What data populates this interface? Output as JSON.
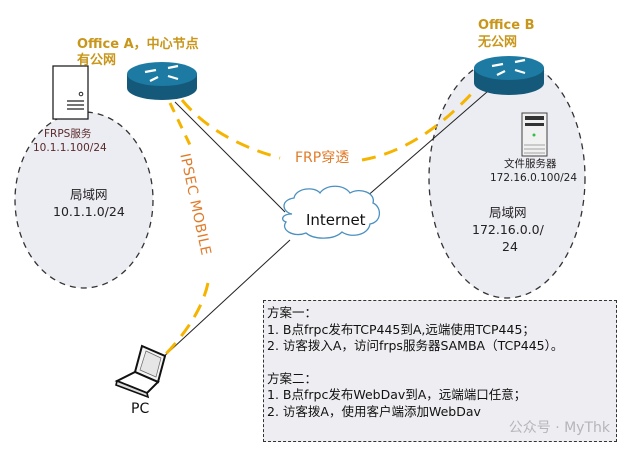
{
  "office_a": {
    "title_line1": "Office A，中心节点",
    "title_line2": "有公网",
    "server_name": "FRPS服务",
    "server_ip": "10.1.1.100/24",
    "lan_label": "局域网",
    "lan_subnet": "10.1.1.0/24"
  },
  "office_b": {
    "title_line1": "Office B",
    "title_line2": "无公网",
    "server_name": "文件服务器",
    "server_ip": "172.16.0.100/24",
    "lan_label": "局域网",
    "lan_subnet_line1": "172.16.0.0/",
    "lan_subnet_line2": "24"
  },
  "internet": {
    "label": "Internet"
  },
  "pc": {
    "label": "PC"
  },
  "links": {
    "frp_label": "FRP穿透",
    "ipsec_label": "IPSEC MOBILE"
  },
  "notes": {
    "plan1_title": "方案一：",
    "plan1_step1": "1. B点frpc发布TCP445到A,远端使用TCP445；",
    "plan1_step2": "2. 访客拨入A，访问frps服务器SAMBA（TCP445）。",
    "plan2_title": "方案二：",
    "plan2_step1": "1. B点frpc发布WebDav到A，远端端口任意；",
    "plan2_step2": "2. 访客拨A，使用客户端添加WebDav"
  },
  "watermark": "公众号 · MyThk",
  "colors": {
    "office_title": "#c8961a",
    "link_label": "#e07b2a",
    "tunnel": "#f5b400",
    "router": "#1d6e94",
    "cloud_stroke": "#4a90c0",
    "lan_fill": "#ececf3",
    "server_text": "#5a2a2a"
  }
}
